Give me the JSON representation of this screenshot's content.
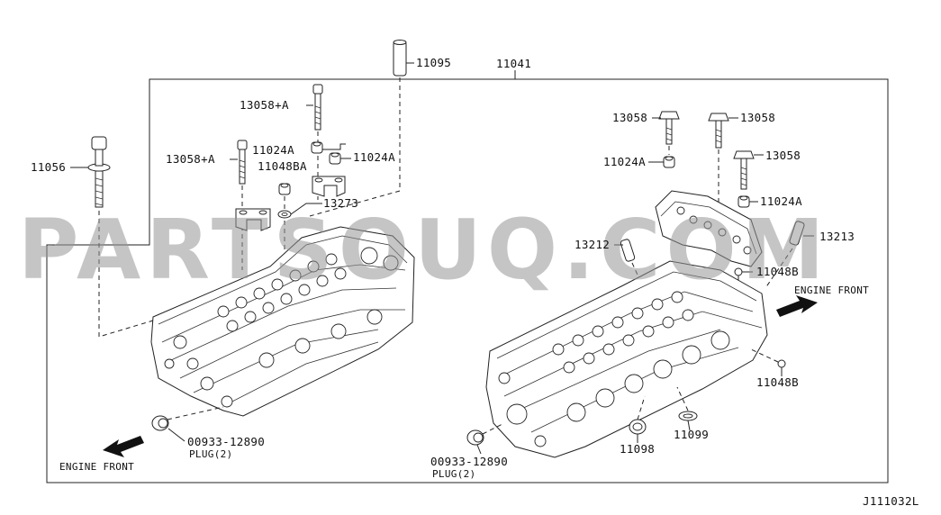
{
  "watermark": "PARTSOUQ.COM",
  "diagram_code": "J111032L",
  "labels": {
    "p11095": "11095",
    "p11041": "11041",
    "p13058a_1": "13058+A",
    "p11024a_1": "11024A",
    "p11024a_2": "11024A",
    "p13058a_2": "13058+A",
    "p11048ba": "11048BA",
    "p11056": "11056",
    "p13273": "13273",
    "p13058_1": "13058",
    "p13058_2": "13058",
    "p13058_3": "13058",
    "p11024a_3": "11024A",
    "p11024a_4": "11024A",
    "p13212": "13212",
    "p13213": "13213",
    "p11048b_1": "11048B",
    "p11048b_2": "11048B",
    "p00933_1": "00933-12890",
    "plug_1": "PLUG(2)",
    "p00933_2": "00933-12890",
    "plug_2": "PLUG(2)",
    "p11098": "11098",
    "p11099": "11099",
    "engine_front_1": "ENGINE FRONT",
    "engine_front_2": "ENGINE FRONT"
  }
}
